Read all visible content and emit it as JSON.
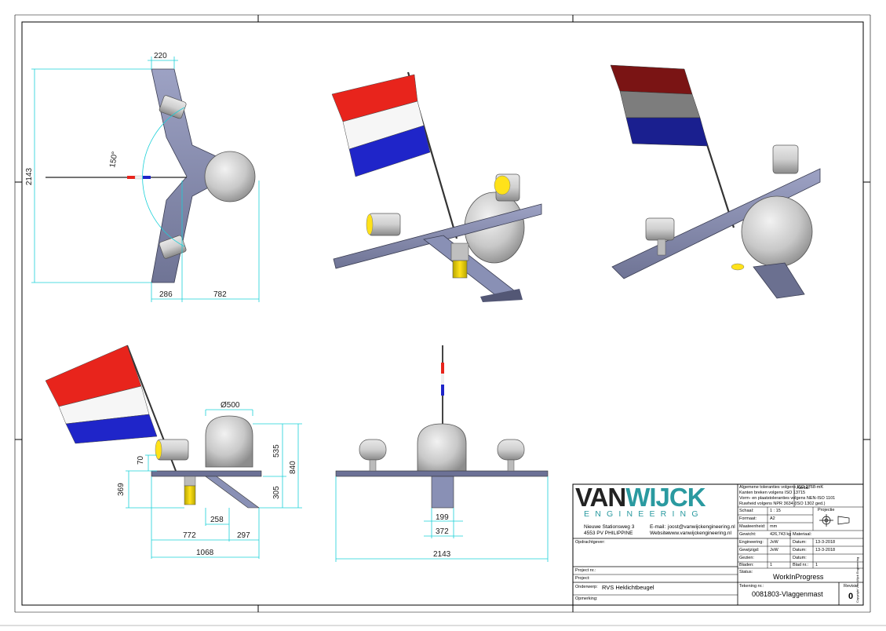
{
  "dimensions": {
    "top_width": "220",
    "top_height": "2143",
    "top_angle": "150°",
    "top_left": "286",
    "top_right": "782",
    "side_diameter": "Ø500",
    "side_h70": "70",
    "side_h369": "369",
    "side_h535": "535",
    "side_h305": "305",
    "side_h840": "840",
    "side_w258": "258",
    "side_w772": "772",
    "side_w297": "297",
    "side_w1068": "1068",
    "front_w199": "199",
    "front_w372": "372",
    "front_w2143": "2143"
  },
  "company": {
    "logo_part1": "VAN",
    "logo_part2": "WIJCK",
    "logo_sub": "ENGINEERING",
    "address1": "Nieuwe Stationsweg 3",
    "address2": "4553 PV PHILIPPINE",
    "email_label": "E-mail:",
    "email": "joost@vanwijckengineering.nl",
    "website_label": "Website:",
    "website": "www.vanwijckengineering.nl"
  },
  "notes": {
    "n1": "Algemene toleranties volgens ISO 2768-mK",
    "n2": "Kanten breken volgens ISO 13715",
    "n3": "Vorm- en plaatstoleranties volgens NEN-ISO 1101",
    "n4": "Ruwheid volgens NPR 3634 (ISO 1302 ged.)",
    "aantal_label": "Aantal:"
  },
  "fields": {
    "schaal_label": "Schaal:",
    "schaal": "1 : 15",
    "formaat_label": "Formaat:",
    "formaat": "A2",
    "maateenheid_label": "Maateenheid:",
    "maateenheid": "mm",
    "projectie_label": "Projectie",
    "gewicht_label": "Gewicht:",
    "gewicht": "426,743 kg",
    "materiaal_label": "Materiaal:",
    "engineering_label": "Engineering:",
    "engineering": "JvW",
    "datum_label": "Datum:",
    "engineering_datum": "13-3-2018",
    "gewijzigd_label": "Gewijzigd:",
    "gewijzigd": "JvW",
    "gewijzigd_datum": "13-3-2018",
    "gezien_label": "Gezien:",
    "bladen_label": "Bladen:",
    "bladen": "1",
    "blad_label": "Blad nr.:",
    "blad": "1",
    "opdrachtgever_label": "Opdrachtgever:",
    "project_nr_label": "Project nr.:",
    "project_label": "Project:",
    "status_label": "Status:",
    "status": "WorkInProgress",
    "onderwerp_label": "Onderwerp:",
    "onderwerp": "RVS Heklichtbeugel",
    "tekening_label": "Tekening nr.:",
    "tekening": "0081803-Vlaggenmast",
    "opmerking_label": "Opmerking:",
    "revisie_label": "Revisie",
    "revisie": "0",
    "side_note": "Copyright Van Wijck Engineering"
  },
  "colors": {
    "flag_red": "#e8241c",
    "flag_white": "#f6f6f6",
    "flag_blue": "#1f25c9",
    "dimension": "#1ad0d8",
    "dimension_text": "#1a1a1a",
    "steel": "#8e93b4",
    "dome": "#cfcfcf",
    "logo_teal": "#2a9aa0"
  }
}
